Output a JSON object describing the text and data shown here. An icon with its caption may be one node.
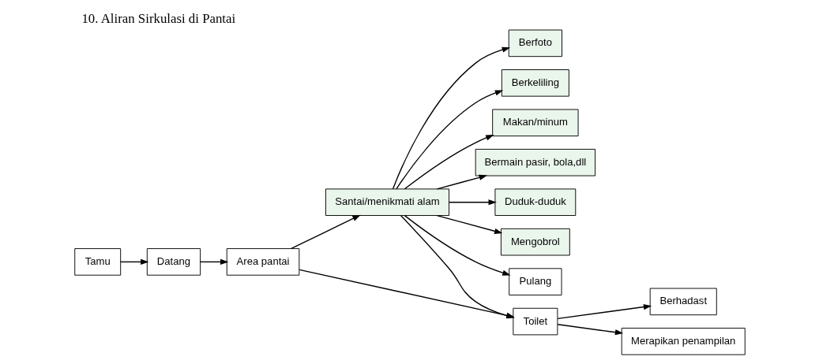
{
  "diagram": {
    "title": "10. Aliran Sirkulasi di Pantai",
    "nodes": [
      {
        "text": [
          "Berfoto"
        ]
      },
      {
        "text": [
          "Berkeliling"
        ]
      },
      {
        "text": [
          "Makan/minum"
        ]
      },
      {
        "text": [
          "Bermain pasir, bola,dll"
        ]
      },
      {
        "text": [
          "Duduk-duduk"
        ]
      },
      {
        "text": [
          "Mengobrol"
        ]
      },
      {
        "text": [
          "Tamu"
        ]
      },
      {
        "text": [
          "Datang"
        ]
      },
      {
        "text": [
          "Area pantai"
        ]
      },
      {
        "text": [
          "Santai/menikmati alam"
        ]
      },
      {
        "text": [
          "Pulang"
        ]
      },
      {
        "text": [
          "Berhadast"
        ]
      },
      {
        "text": [
          "Toilet"
        ]
      },
      {
        "text": [
          "Merapikan penampilan"
        ]
      }
    ],
    "edges": [
      {
        "from": 6,
        "to": 7,
        "arrow": "to"
      },
      {
        "from": 7,
        "to": 8,
        "arrow": "to"
      },
      {
        "from": 8,
        "to": 9,
        "arrow": "to"
      },
      {
        "from": 9,
        "to": 10,
        "arrow": "to"
      },
      {
        "from": 9,
        "to": 0,
        "arrow": "to"
      },
      {
        "from": 9,
        "to": 1,
        "arrow": "to"
      },
      {
        "from": 9,
        "to": 2,
        "arrow": "to"
      },
      {
        "from": 9,
        "to": 3,
        "arrow": "to"
      },
      {
        "from": 9,
        "to": 4,
        "arrow": "to"
      },
      {
        "from": 9,
        "to": 5,
        "arrow": "to"
      },
      {
        "from": 8,
        "to": 12,
        "arrow": "to"
      },
      {
        "from": 9,
        "to": 12,
        "arrow": "to"
      },
      {
        "from": 12,
        "to": 11,
        "arrow": "to"
      },
      {
        "from": 12,
        "to": 13,
        "arrow": "to"
      }
    ]
  }
}
